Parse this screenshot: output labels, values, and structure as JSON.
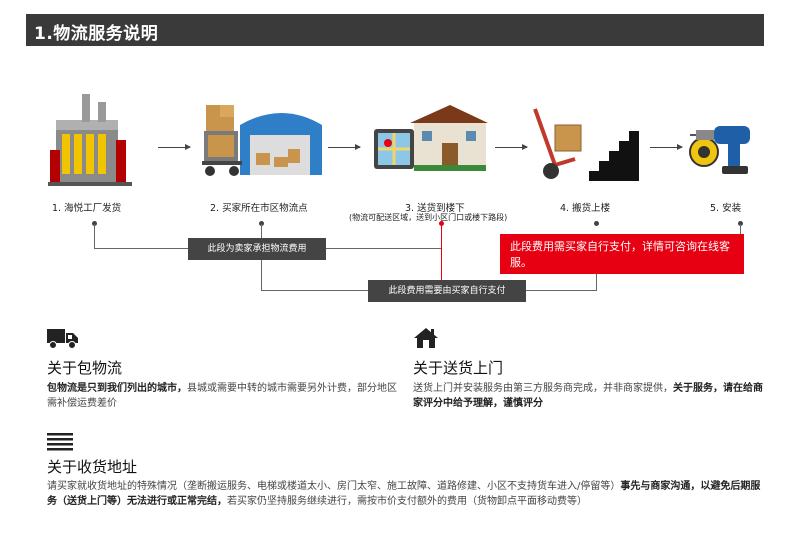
{
  "header": {
    "title": "1.物流服务说明"
  },
  "flow": {
    "steps": [
      {
        "label": "1. 海悦工厂发货"
      },
      {
        "label": "2. 买家所在市区物流点"
      },
      {
        "label": "3. 送货到楼下",
        "sublabel": "(物流可配送区域，送到小区门口或楼下路段)"
      },
      {
        "label": "4. 搬货上楼"
      },
      {
        "label": "5. 安装"
      }
    ],
    "seller_box": "此段为卖家承担物流费用",
    "buyer_box": "此段费用需要由买家自行支付",
    "red_box": "此段费用需买家自行支付，详情可咨询在线客服。"
  },
  "sections": {
    "logistics": {
      "title": "关于包物流",
      "bold": "包物流是只到我们列出的城市，",
      "text": "县城或需要中转的城市需要另外计费，部分地区需补偿运费差价"
    },
    "delivery": {
      "title": "关于送货上门",
      "text": "送货上门并安装服务由第三方服务商完成，并非商家提供，",
      "bold": "关于服务，请在给商家评分中给予理解，谨慎评分"
    },
    "address": {
      "title": "关于收货地址",
      "text1": "请买家就收货地址的特殊情况（垄断搬运服务、电梯或楼道太小、房门太窄、施工故障、道路修建、小区不支持货车进入/停留等）",
      "bold": "事先与商家沟通，以避免后期服务（送货上门等）无法进行或正常完结，",
      "text2": "若买家仍坚持服务继续进行，需按市价支付额外的费用（货物卸点平面移动费等）"
    }
  }
}
